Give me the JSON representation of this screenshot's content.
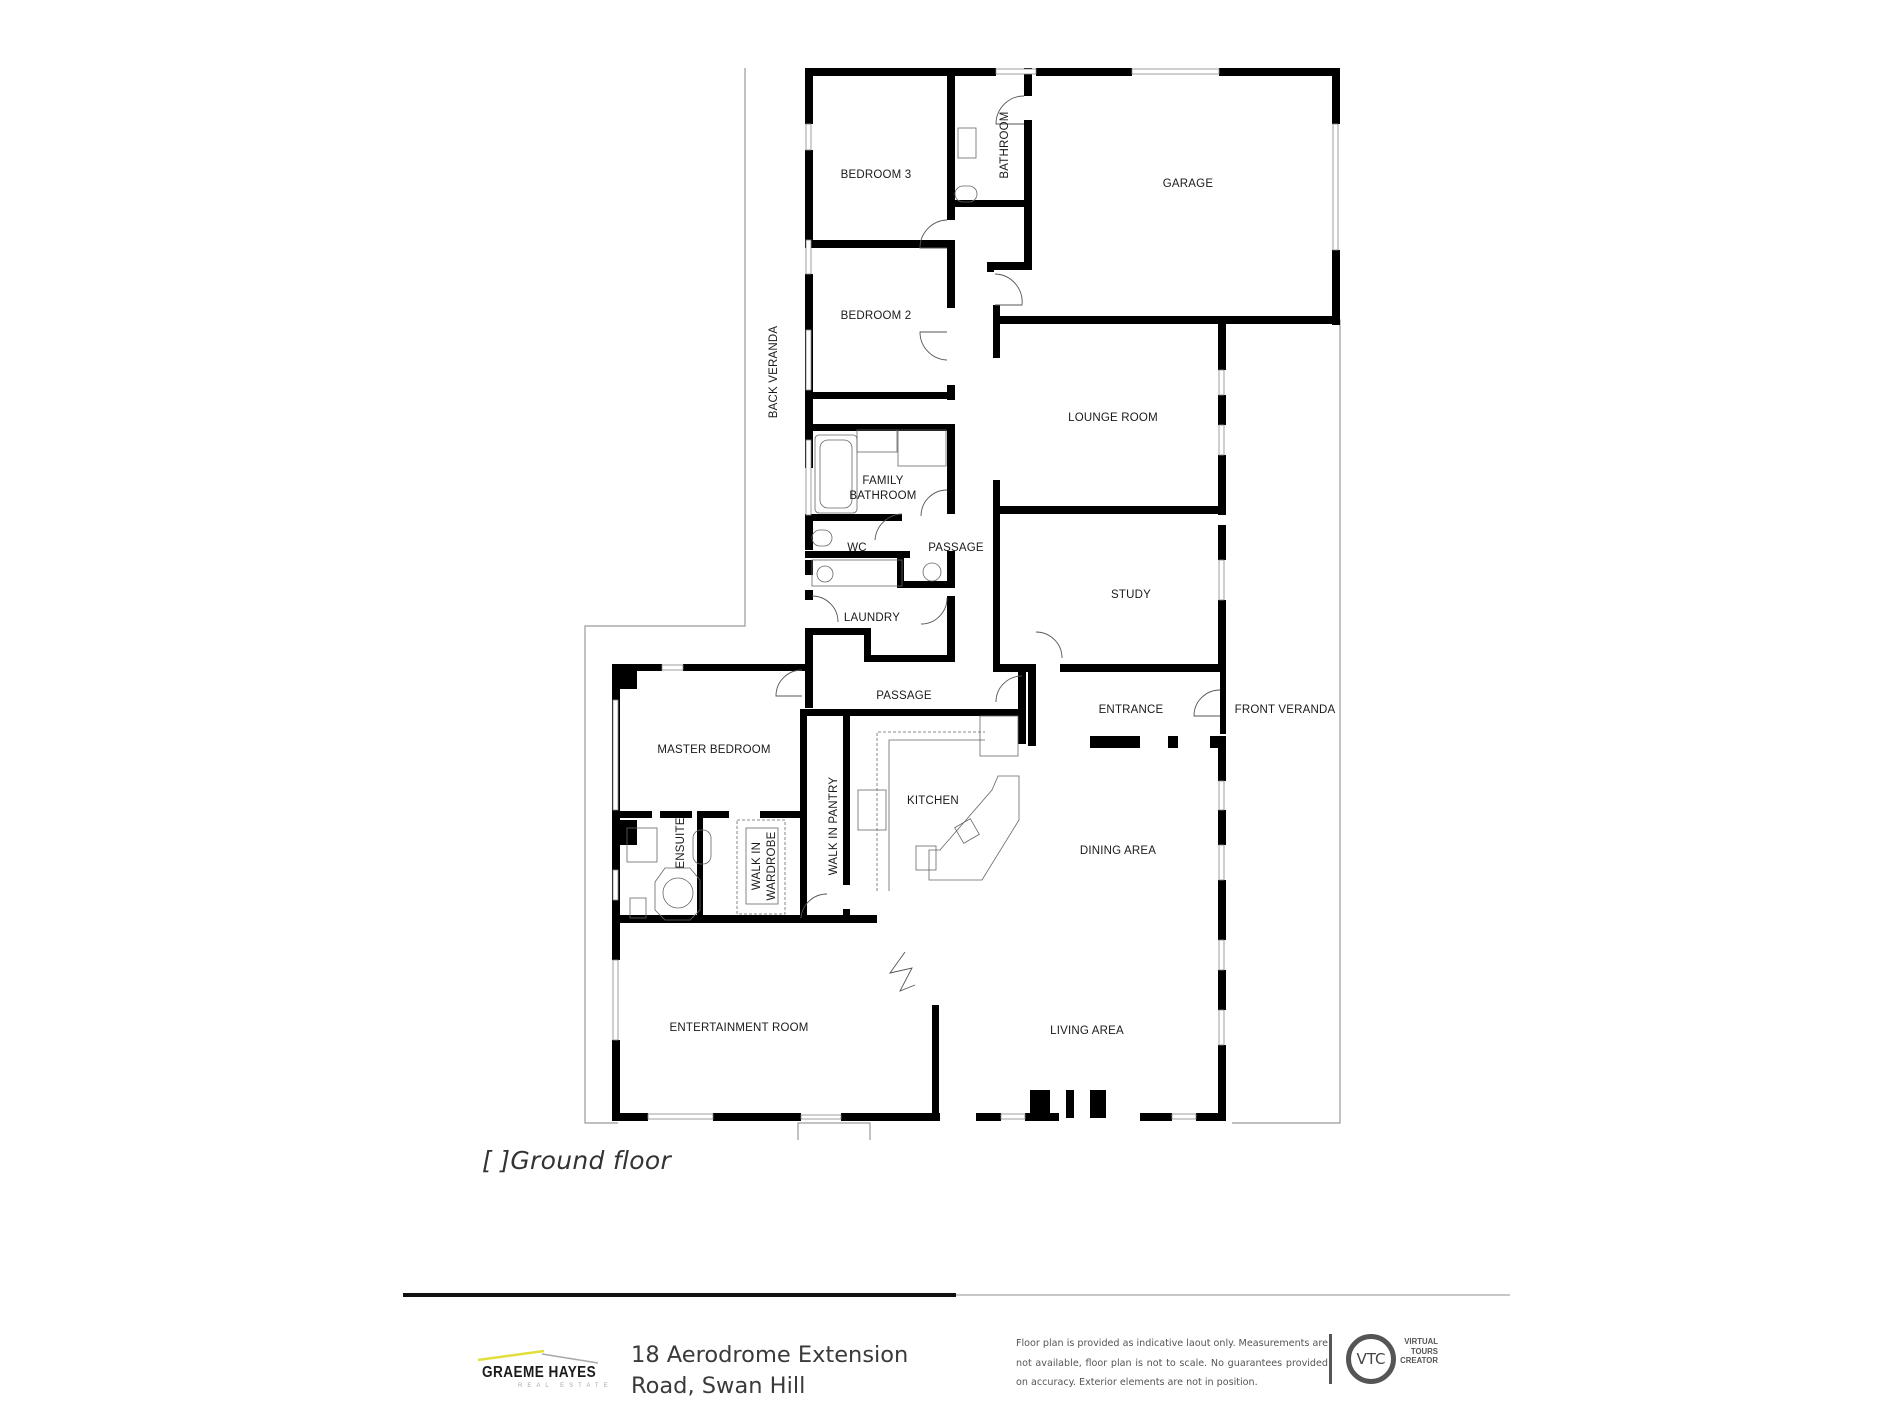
{
  "floor_label": "[ ]Ground floor",
  "rooms": {
    "bedroom3": "BEDROOM 3",
    "bathroom": "BATHROOM",
    "garage": "GARAGE",
    "bedroom2": "BEDROOM 2",
    "back_veranda": "BACK VERANDA",
    "lounge_room": "LOUNGE ROOM",
    "family_bathroom_1": "FAMILY",
    "family_bathroom_2": "BATHROOM",
    "wc": "WC",
    "passage_upper": "PASSAGE",
    "study": "STUDY",
    "laundry": "LAUNDRY",
    "passage_lower": "PASSAGE",
    "entrance": "ENTRANCE",
    "front_veranda": "FRONT VERANDA",
    "master_bedroom": "MASTER BEDROOM",
    "kitchen": "KITCHEN",
    "walk_in_pantry": "WALK IN PANTRY",
    "ensuite": "ENSUITE",
    "walk_in_wardrobe_1": "WALK IN",
    "walk_in_wardrobe_2": "WARDROBE",
    "dining_area": "DINING AREA",
    "entertainment_room": "ENTERTAINMENT ROOM",
    "living_area": "LIVING AREA"
  },
  "footer": {
    "agency_name": "GRAEME HAYES",
    "agency_sub": "REAL ESTATE",
    "address_line1": "18 Aerodrome Extension",
    "address_line2": "Road, Swan Hill",
    "disclaimer": "Floor plan is provided as indicative laout only. Measurements are not available, floor plan is not to scale. No guarantees provided on accuracy. Exterior elements are not in position.",
    "vtc_badge": "VTC",
    "vtc_line1": "VIRTUAL",
    "vtc_line2": "TOURS",
    "vtc_line3": "CREATOR"
  },
  "colors": {
    "wall": "#000000",
    "outline": "#9a9a9a",
    "logo_yellow": "#e3df3a",
    "logo_grey": "#a8a8a8"
  }
}
